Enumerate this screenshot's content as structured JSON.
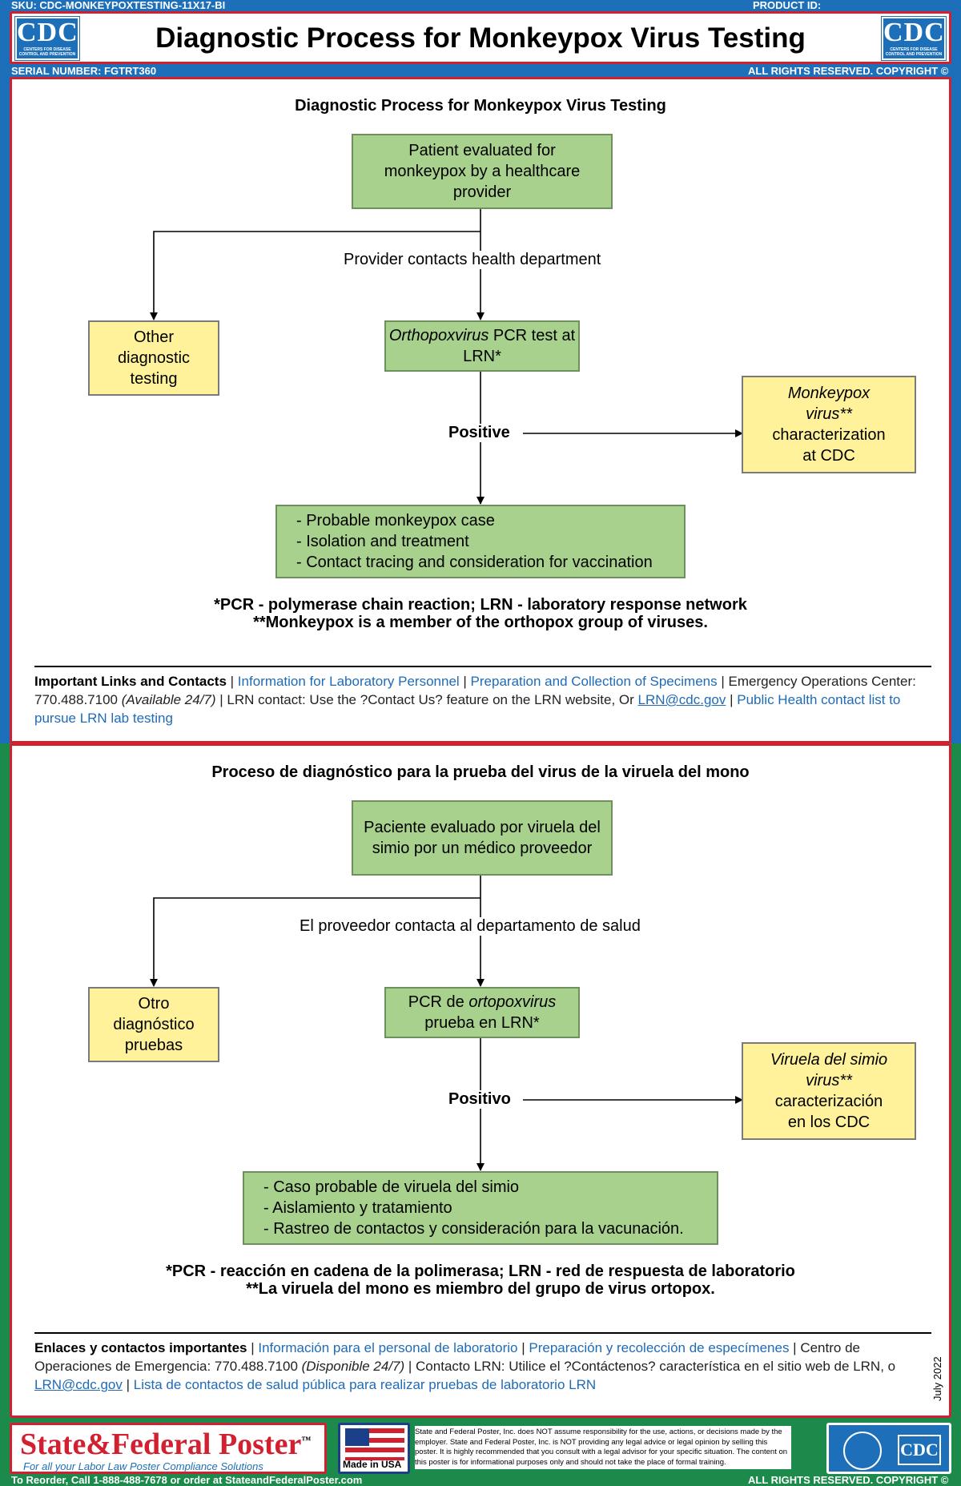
{
  "meta": {
    "sku": "SKU: CDC-MONKEYPOXTESTING-11X17-BI",
    "product_id": "PRODUCT ID:",
    "serial": "SERIAL NUMBER: FGTRT360",
    "rights": "ALL RIGHTS RESERVED. COPYRIGHT ©"
  },
  "header": {
    "title": "Diagnostic Process for Monkeypox Virus Testing"
  },
  "logo": {
    "text": "CDC",
    "small1": "CENTERS FOR DISEASE",
    "small2": "CONTROL AND PREVENTION"
  },
  "english": {
    "title": "Diagnostic Process for Monkeypox Virus Testing",
    "patient": "Patient evaluated for monkeypox by a healthcare provider",
    "contact": "Provider contacts health department",
    "other": "Other diagnostic testing",
    "pcr_italic": "Orthopoxvirus",
    "pcr_rest": " PCR test at LRN*",
    "positive": "Positive",
    "char_italic": "Monkeypox virus**",
    "char_rest": "characterization at CDC",
    "outcome1": "- Probable monkeypox case",
    "outcome2": "- Isolation and treatment",
    "outcome3": "- Contact tracing and consideration for vaccination",
    "note1": "*PCR - polymerase chain reaction; LRN - laboratory response network",
    "note2": "**Monkeypox is a member of the orthopox group of viruses.",
    "links": {
      "heading": "Important Links and Contacts",
      "l1": "Information for Laboratory Personnel",
      "l2": "Preparation and Collection of Specimens",
      "t1": "Emergency Operations Center: 770.488.7100",
      "t2": "(Available 24/7)",
      "t3": "| LRN contact: Use the ?Contact Us? feature on the LRN website, Or",
      "email": "LRN@cdc.gov",
      "l3": "Public Health contact list to pursue LRN lab testing"
    }
  },
  "spanish": {
    "title": "Proceso de diagnóstico para la prueba del virus de la viruela del mono",
    "patient": "Paciente evaluado por viruela del simio por un médico proveedor",
    "contact": "El proveedor contacta al departamento de salud",
    "other": "Otro diagnóstico pruebas",
    "pcr_pre": "PCR de ",
    "pcr_italic": "ortopoxvirus",
    "pcr_rest": "prueba en LRN*",
    "positive": "Positivo",
    "char_italic": "Viruela del simio virus**",
    "char_rest": "caracterización en los CDC",
    "outcome1": "- Caso probable de viruela del simio",
    "outcome2": "- Aislamiento y tratamiento",
    "outcome3": "- Rastreo de contactos y consideración para la vacunación.",
    "note1": "*PCR - reacción en cadena de la polimerasa; LRN - red de respuesta de laboratorio",
    "note2": "**La viruela del mono es miembro del grupo de virus ortopox.",
    "links": {
      "heading": "Enlaces y contactos importantes",
      "l1": "Información para el personal de laboratorio",
      "l2": "Preparación y recolección de especímenes",
      "t1": "Centro de Operaciones de Emergencia: 770.488.7100",
      "t2": "(Disponible 24/7)",
      "t3": "| Contacto LRN: Utilice el ?Contáctenos? característica en el sitio web de LRN, o",
      "email": "LRN@cdc.gov",
      "l3": "Lista de contactos de salud pública para realizar pruebas de laboratorio LRN"
    },
    "date": "July 2022"
  },
  "footer": {
    "brand": "State&Federal Poster",
    "tm": "™",
    "tagline": "For all your Labor Law Poster Compliance Solutions",
    "made": "Made in USA",
    "disclaimer": "State and Federal Poster, Inc. does NOT assume responsibility for the use, actions, or decisions made by the employer. State and Federal Poster, Inc. is NOT providing any legal advice or legal opinion by selling this poster. It is highly recommended that you consult with a legal advisor for your specific situation. The content on this poster is for informational purposes only and should not take the place of formal training.",
    "reorder": "To Reorder, Call 1-888-488-7678 or order at StateandFederalPoster.com",
    "hhs_logo": "CDC"
  }
}
